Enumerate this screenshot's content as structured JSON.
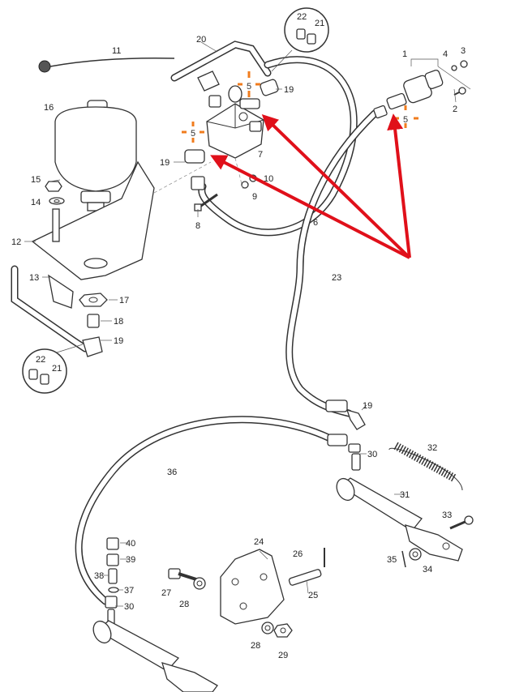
{
  "diagram": {
    "labels": [
      {
        "id": "1",
        "text": "1"
      },
      {
        "id": "2",
        "text": "2"
      },
      {
        "id": "3",
        "text": "3"
      },
      {
        "id": "4",
        "text": "4"
      },
      {
        "id": "5a",
        "text": "5"
      },
      {
        "id": "5b",
        "text": "5"
      },
      {
        "id": "5c",
        "text": "5"
      },
      {
        "id": "6",
        "text": "6"
      },
      {
        "id": "7",
        "text": "7"
      },
      {
        "id": "8",
        "text": "8"
      },
      {
        "id": "9",
        "text": "9"
      },
      {
        "id": "10",
        "text": "10"
      },
      {
        "id": "11",
        "text": "11"
      },
      {
        "id": "12",
        "text": "12"
      },
      {
        "id": "13",
        "text": "13"
      },
      {
        "id": "14",
        "text": "14"
      },
      {
        "id": "15",
        "text": "15"
      },
      {
        "id": "16",
        "text": "16"
      },
      {
        "id": "17",
        "text": "17"
      },
      {
        "id": "18",
        "text": "18"
      },
      {
        "id": "19a",
        "text": "19"
      },
      {
        "id": "19b",
        "text": "19"
      },
      {
        "id": "19c",
        "text": "19"
      },
      {
        "id": "19d",
        "text": "19"
      },
      {
        "id": "20",
        "text": "20"
      },
      {
        "id": "21a",
        "text": "21"
      },
      {
        "id": "21b",
        "text": "21"
      },
      {
        "id": "22a",
        "text": "22"
      },
      {
        "id": "22b",
        "text": "22"
      },
      {
        "id": "23",
        "text": "23"
      },
      {
        "id": "24",
        "text": "24"
      },
      {
        "id": "25",
        "text": "25"
      },
      {
        "id": "26",
        "text": "26"
      },
      {
        "id": "27",
        "text": "27"
      },
      {
        "id": "28a",
        "text": "28"
      },
      {
        "id": "28b",
        "text": "28"
      },
      {
        "id": "29",
        "text": "29"
      },
      {
        "id": "30a",
        "text": "30"
      },
      {
        "id": "30b",
        "text": "30"
      },
      {
        "id": "31",
        "text": "31"
      },
      {
        "id": "32",
        "text": "32"
      },
      {
        "id": "33",
        "text": "33"
      },
      {
        "id": "34",
        "text": "34"
      },
      {
        "id": "35",
        "text": "35"
      },
      {
        "id": "36",
        "text": "36"
      },
      {
        "id": "37",
        "text": "37"
      },
      {
        "id": "38",
        "text": "38"
      },
      {
        "id": "39",
        "text": "39"
      },
      {
        "id": "40",
        "text": "40"
      }
    ],
    "colors": {
      "line": "#333333",
      "arrow": "#e0101a",
      "marker": "#f07c1e"
    }
  }
}
